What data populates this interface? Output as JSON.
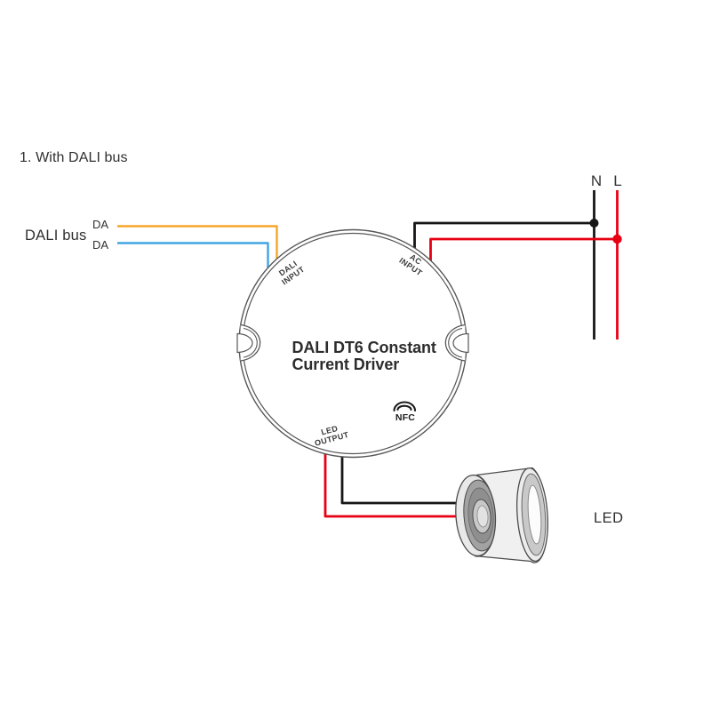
{
  "title": "1. With DALI bus",
  "dali_bus": {
    "label": "DALI bus",
    "wire1_label": "DA",
    "wire2_label": "DA",
    "wire1_color": "#F5A72B",
    "wire2_color": "#41A5E1"
  },
  "mains": {
    "neutral_label": "N",
    "live_label": "L",
    "neutral_color": "#1a1a1a",
    "live_color": "#E60012"
  },
  "driver": {
    "name": "DALI DT6 Constant\nCurrent Driver",
    "port_dali_input": "DALI\nINPUT",
    "port_ac_input": "AC\nINPUT",
    "port_led_output": "LED\nOUTPUT",
    "nfc_label": "NFC"
  },
  "led": {
    "label": "LED"
  }
}
